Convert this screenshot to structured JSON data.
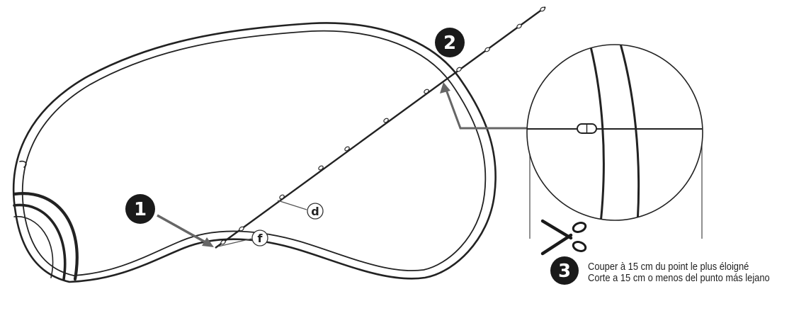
{
  "steps": [
    {
      "number": "1"
    },
    {
      "number": "2"
    },
    {
      "number": "3"
    }
  ],
  "callouts": {
    "line": "d",
    "anchor": "f"
  },
  "instructions": [
    "Couper à 15 cm du point le plus éloigné",
    "Corte a 15 cm o menos del punto más lejano"
  ],
  "colors": {
    "line": "#222222",
    "badge": "#1a1a1a",
    "arrow": "#666666",
    "background": "#ffffff"
  },
  "icons": [
    "scissors-icon",
    "zoom-detail-circle"
  ]
}
